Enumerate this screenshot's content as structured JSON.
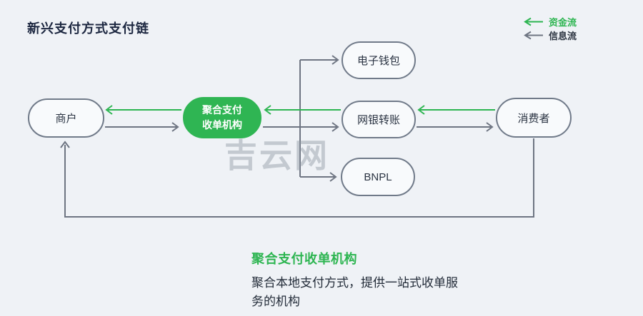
{
  "title": "新兴支付方式支付链",
  "legend": [
    {
      "id": "fund-flow",
      "label": "资金流"
    },
    {
      "id": "info-flow",
      "label": "信息流"
    }
  ],
  "nodes": {
    "merchant": {
      "label": "商户"
    },
    "aggregator": {
      "label_line1": "聚合支付",
      "label_line2": "收单机构"
    },
    "ewallet": {
      "label": "电子钱包"
    },
    "bank_transfer": {
      "label": "网银转账"
    },
    "bnpl": {
      "label": "BNPL"
    },
    "consumer": {
      "label": "消费者"
    }
  },
  "watermark": "吉云网",
  "description": {
    "heading": "聚合支付收单机构",
    "body": "聚合本地支付方式，提供一站式收单服务的机构"
  },
  "theme": {
    "fund_color": "#2db551",
    "info_color": "#6e7582",
    "node_border": "#707a89",
    "node_fill": "#f8fafc",
    "bg": "#eff2f6",
    "text_dark": "#1c2740",
    "green_node_fill": "#2fb553"
  }
}
